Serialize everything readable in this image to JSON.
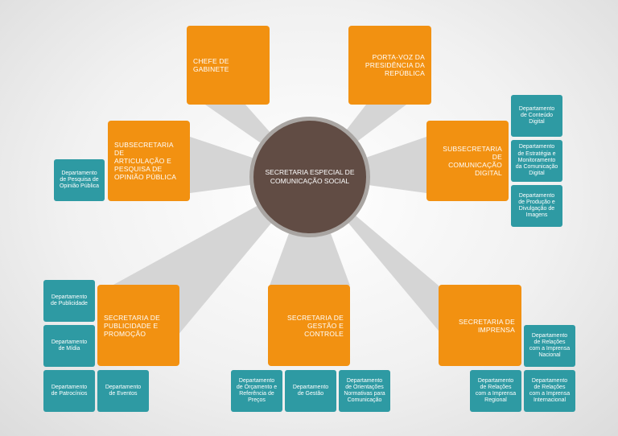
{
  "center": {
    "label": "SECRETARIA ESPECIAL DE\nCOMUNICAÇÃO SOCIAL"
  },
  "units": {
    "chefe_gabinete": "CHEFE DE\nGABINETE",
    "porta_voz": "PORTA-VOZ DA\nPRESIDÊNCIA DA\nREPÚBLICA",
    "sub_articulacao": "SUBSECRETARIA DE\nARTICULAÇÃO E\nPESQUISA DE\nOPINIÃO PÚBLICA",
    "sub_com_digital": "SUBSECRETARIA DE\nCOMUNICAÇÃO\nDIGITAL",
    "sec_publicidade": "SECRETARIA DE\nPUBLICIDADE E\nPROMOÇÃO",
    "sec_gestao": "SECRETARIA DE\nGESTÃO E\nCONTROLE",
    "sec_imprensa": "SECRETARIA DE\nIMPRENSA"
  },
  "departments": {
    "pesquisa_opiniao": "Departamento\nde Pesquisa de\nOpinião Pública",
    "conteudo_digital": "Departamento\nde Conteúdo\nDigital",
    "estrategia_monitoramento": "Departamento\nde Estratégia e\nMonitoramento\nda Comunicação\nDigital",
    "producao_divulgacao": "Departamento\nde Produção e\nDivulgação de\nImagens",
    "publicidade": "Departamento\nde Publicidade",
    "midia": "Departamento\nde Mídia",
    "patrocinios": "Departamento\nde Patrocínios",
    "eventos": "Departamento\nde Eventos",
    "orcamento": "Departamento\nde Orçamento e\nReferência de\nPreços",
    "gestao": "Departamento\nde Gestão",
    "orientacoes": "Departamento\nde Orientações\nNormativas para\nComunicação",
    "imprensa_nacional": "Departamento\nde Relações\ncom a Imprensa\nNacional",
    "imprensa_regional": "Departamento\nde Relações\ncom a Imprensa\nRegional",
    "imprensa_internacional": "Departamento\nde Relações\ncom a Imprensa\nInternacional"
  },
  "colors": {
    "unit": "#f29111",
    "department": "#2e9aa3",
    "center": "#614c44",
    "center_ring": "#a9a5a2",
    "ray": "#d7d7d7"
  }
}
